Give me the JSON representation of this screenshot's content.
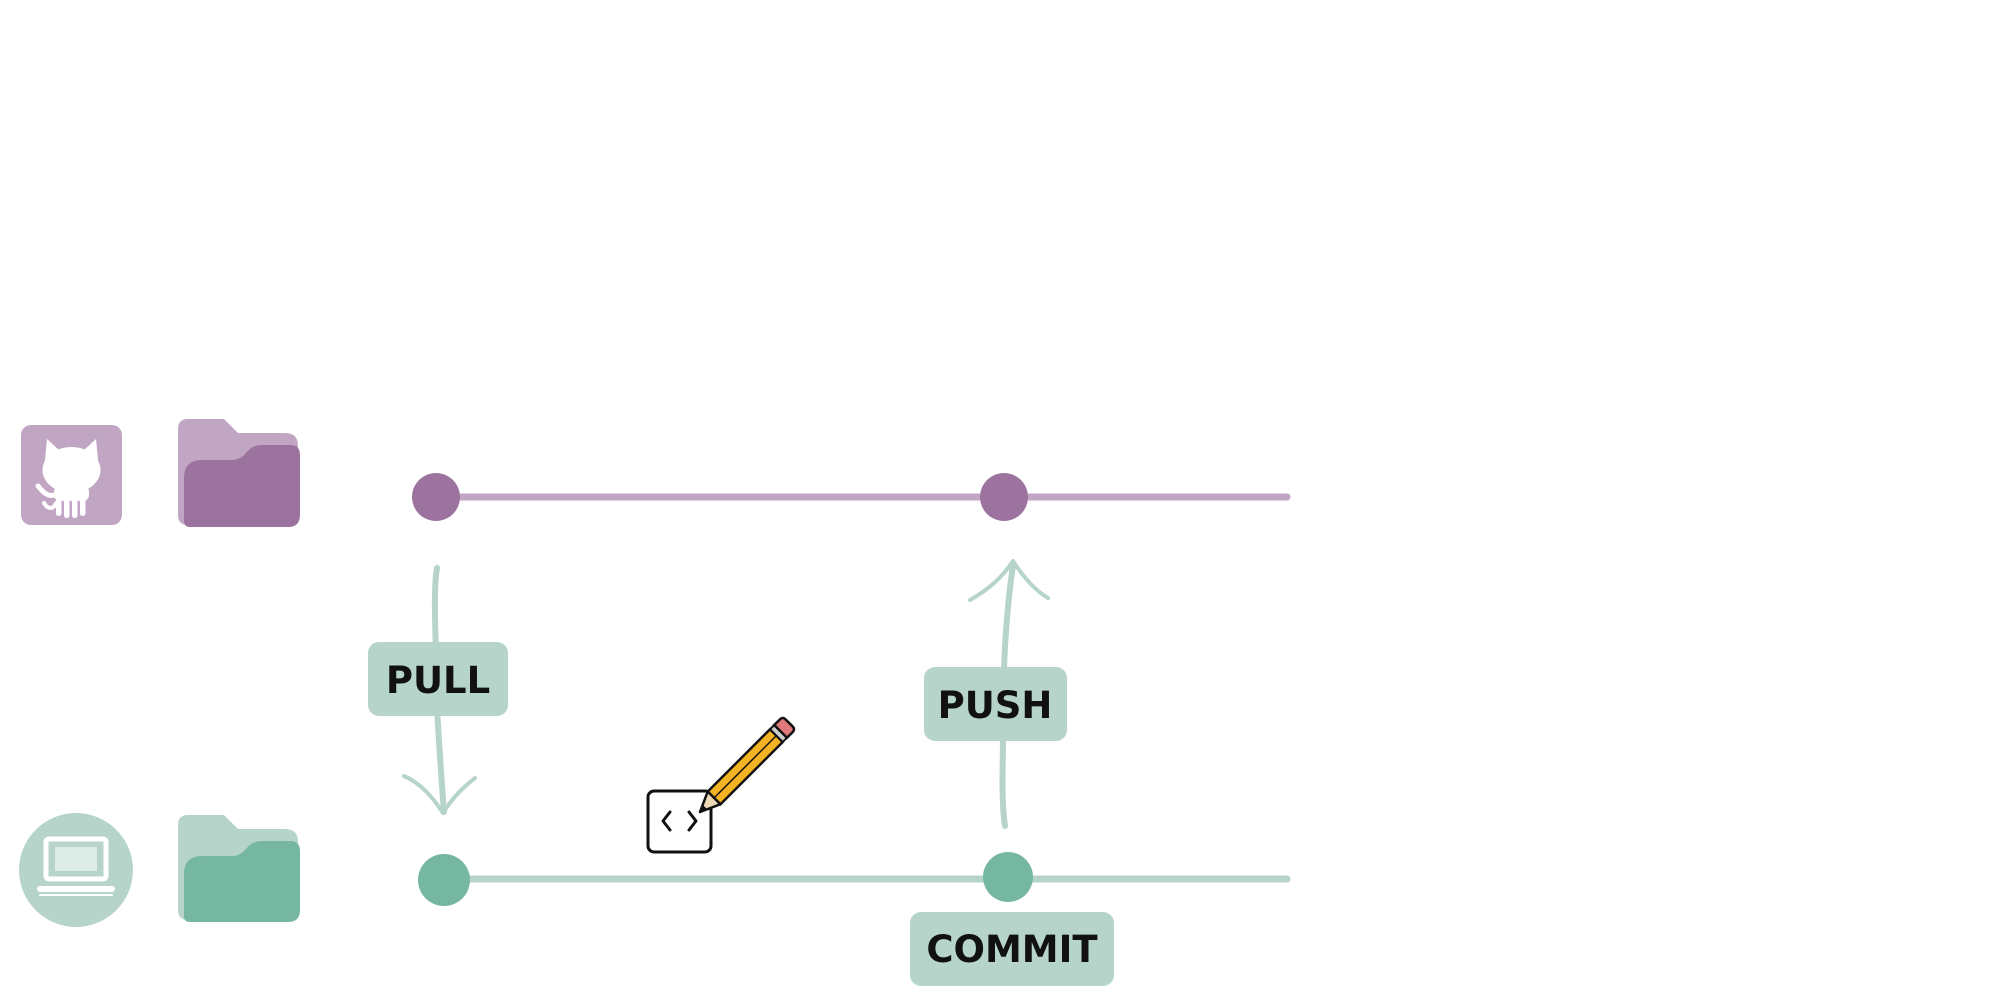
{
  "labels": {
    "pull": "PULL",
    "push": "PUSH",
    "commit": "COMMIT"
  },
  "icons": {
    "remote_repo": "github-octocat-icon",
    "remote_folder": "folder-icon",
    "local_machine": "laptop-icon",
    "local_folder": "folder-icon",
    "edit": "code-file-pencil-icon"
  },
  "colors": {
    "remote_primary": "#9C739F",
    "remote_light": "#C1A6C3",
    "local_primary": "#76B7A1",
    "local_light": "#B6D4CA",
    "label_bg": "#B6D4CA",
    "label_text": "#111111",
    "pencil_body": "#F4B324",
    "pencil_eraser": "#E07A7A"
  }
}
